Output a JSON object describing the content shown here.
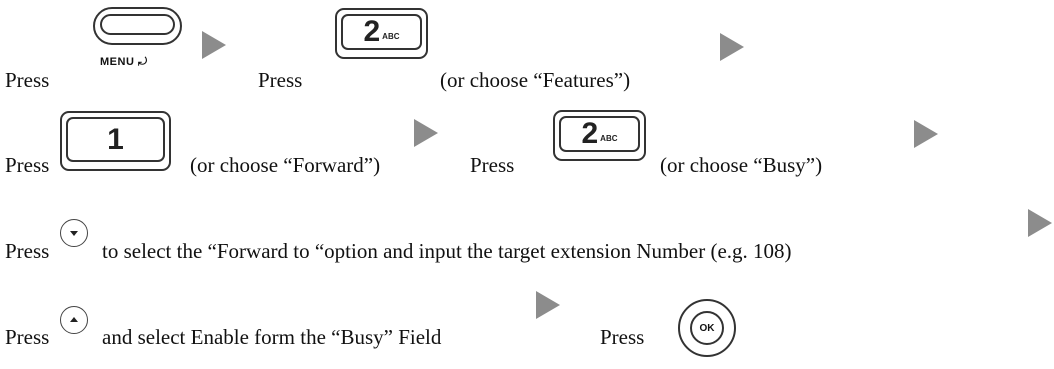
{
  "row1": {
    "press1": "Press",
    "menu_label": "MENU ⤾",
    "press2": "Press",
    "key_digit": "2",
    "key_letters": "ABC",
    "note": "(or choose “Features”)"
  },
  "row2": {
    "press1": "Press",
    "key1_digit": "1",
    "note1": "(or choose “Forward”)",
    "press2": "Press",
    "key2_digit": "2",
    "key2_letters": "ABC",
    "note2": "(or choose “Busy”)"
  },
  "row3": {
    "press": "Press",
    "text": "to select the “Forward to “option and input the target extension Number (e.g. 108)"
  },
  "row4": {
    "press1": "Press",
    "text": "and select Enable form the “Busy” Field",
    "press2": "Press",
    "ok_label": "OK"
  },
  "icons": {
    "menu": "menu-key-icon",
    "digit": "keypad-key-icon",
    "down": "nav-down-icon",
    "up": "nav-up-icon",
    "ok": "ok-key-icon",
    "arrow": "next-step-arrow-icon"
  },
  "colors": {
    "arrow": "#8c8c8c",
    "key_outline": "#333333"
  }
}
